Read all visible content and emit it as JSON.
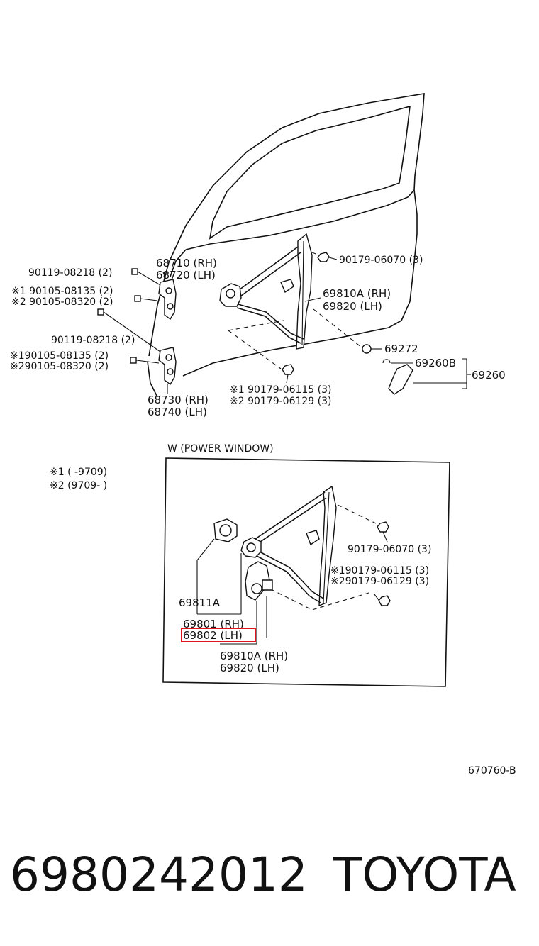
{
  "upper": {
    "labels": {
      "hinge_upper_rh": "68710 (RH)",
      "hinge_upper_lh": "68720 (LH)",
      "bolt_top": "90119-08218 (2)",
      "bolt_s1_top": "※1 90105-08135 (2)",
      "bolt_s2_top": "※2 90105-08320 (2)",
      "bolt_mid": "90119-08218 (2)",
      "bolt_s1_bot": "※190105-08135 (2)",
      "bolt_s2_bot": "※290105-08320 (2)",
      "hinge_lower_rh": "68730 (RH)",
      "hinge_lower_lh": "68740 (LH)",
      "nut_top": "90179-06070 (3)",
      "regulator_rh": "69810A (RH)",
      "regulator_lh": "69820   (LH)",
      "part_69272": "69272",
      "part_69260b": "69260B",
      "part_69260": "69260",
      "nut_s1": "※1 90179-06115 (3)",
      "nut_s2": "※2 90179-06129 (3)"
    }
  },
  "power_window": {
    "title": "W (POWER WINDOW)",
    "note1": "※1 (       -9709)",
    "note2": "※2 (9709-       )",
    "labels": {
      "nut_top": "90179-06070 (3)",
      "nut_s1": "※190179-06115 (3)",
      "nut_s2": "※290179-06129 (3)",
      "motor": "69811A",
      "regulator_assy_rh": "69801 (RH)",
      "regulator_assy_lh": "69802 (LH)",
      "regulator_rh": "69810A (RH)",
      "regulator_lh": "69820   (LH)"
    }
  },
  "diagram_code": "670760-B",
  "footer": {
    "part_number": "6980242012",
    "brand": "TOYOTA"
  },
  "colors": {
    "highlight": "#e0151b",
    "ink": "#111111"
  }
}
